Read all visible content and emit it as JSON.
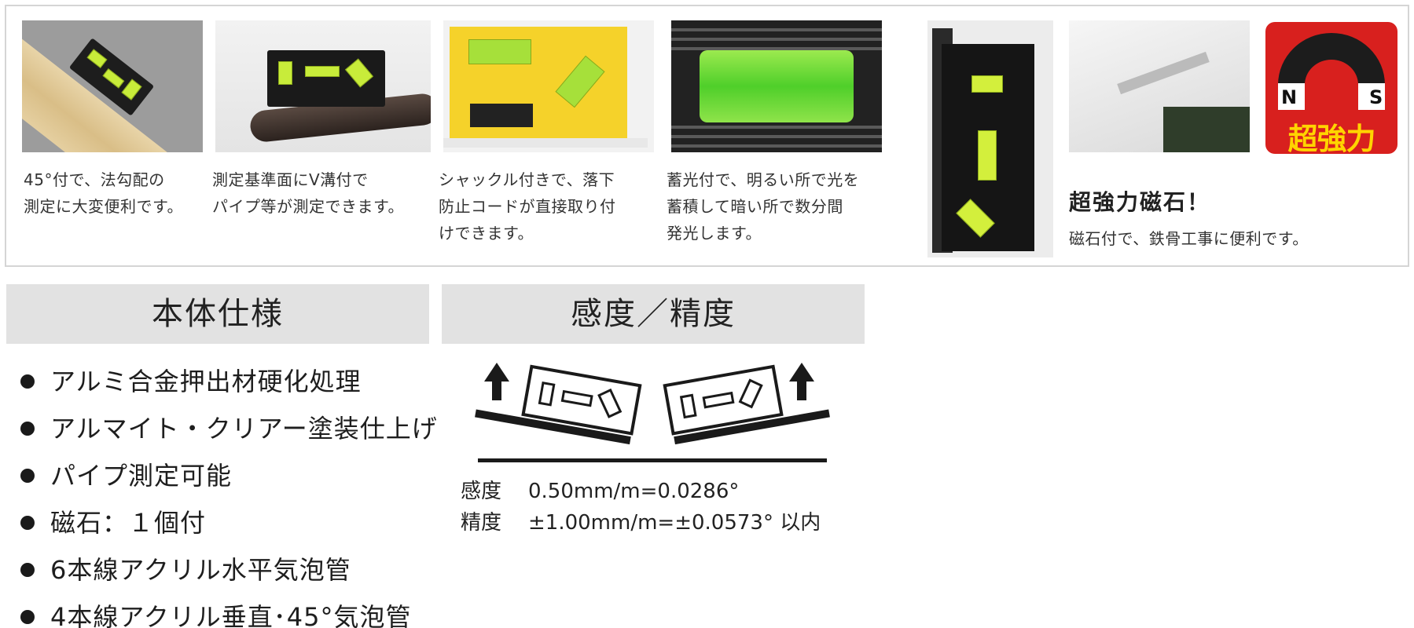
{
  "features": [
    {
      "caption": "45°付で、法勾配の\n測定に大変便利です。"
    },
    {
      "caption": "測定基準面にV溝付で\nパイプ等が測定できます。"
    },
    {
      "caption": "シャックル付きで、落下\n防止コードが直接取り付\nけできます。"
    },
    {
      "caption": "蓄光付で、明るい所で光を\n蓄積して暗い所で数分間\n発光します。"
    }
  ],
  "magnet": {
    "badge_n": "N",
    "badge_s": "S",
    "badge_text": "超強力",
    "title": "超強力磁石！",
    "description": "磁石付で、鉄骨工事に便利です。"
  },
  "spec": {
    "heading": "本体仕様",
    "items": [
      "アルミ合金押出材硬化処理",
      "アルマイト・クリアー塗装仕上げ",
      "パイプ測定可能",
      "磁石：１個付",
      "6本線アクリル水平気泡管",
      "4本線アクリル垂直･45°気泡管"
    ]
  },
  "accuracy": {
    "heading": "感度／精度",
    "rows": [
      {
        "label": "感度",
        "value": "0.50mm/m=0.0286°"
      },
      {
        "label": "精度",
        "value": "±1.00mm/m=±0.0573° 以内"
      }
    ]
  },
  "colors": {
    "badge_red": "#d8201e",
    "badge_yellow": "#ffd400",
    "header_gray": "#e2e2e2",
    "vial_green": "#c8ec3a"
  }
}
